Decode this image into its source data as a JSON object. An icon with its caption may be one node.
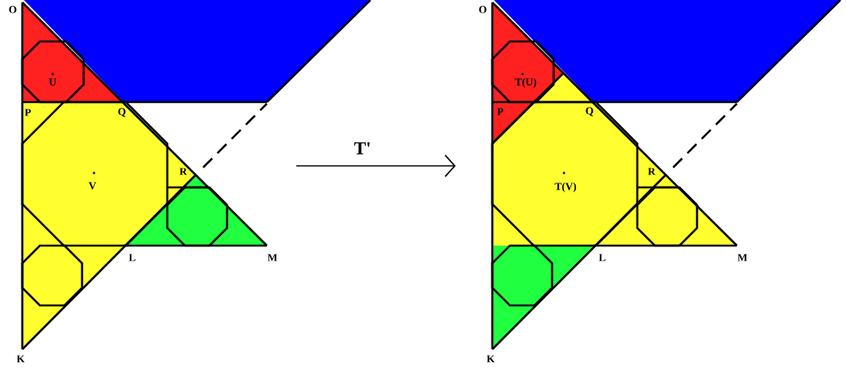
{
  "diagram": {
    "nodes": [
      {
        "text": [],
        "shape": "picture"
      },
      {
        "text": [],
        "shape": "picture"
      }
    ],
    "edges": [
      {
        "from": 0,
        "to": 1,
        "arrow": "to",
        "label": "T'"
      }
    ],
    "labels": [
      "O",
      "U",
      "P",
      "Q",
      "V",
      "R",
      "L",
      "M",
      "K",
      "O",
      "T(U)",
      "P",
      "Q",
      "T(V)",
      "R",
      "L",
      "M",
      "K"
    ]
  }
}
